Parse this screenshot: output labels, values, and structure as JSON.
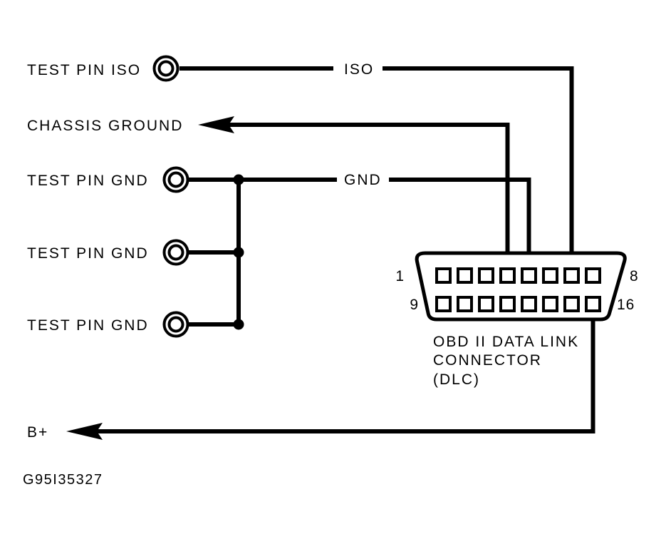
{
  "left_labels": {
    "test_pin_iso": "TEST PIN ISO",
    "chassis_ground": "CHASSIS GROUND",
    "test_pin_gnd_1": "TEST PIN GND",
    "test_pin_gnd_2": "TEST PIN GND",
    "test_pin_gnd_3": "TEST PIN GND",
    "b_plus": "B+"
  },
  "wire_labels": {
    "iso": "ISO",
    "gnd": "GND"
  },
  "connector": {
    "pins_per_row": 8,
    "pin_numbers": {
      "top_left": "1",
      "top_right": "8",
      "bottom_left": "9",
      "bottom_right": "16"
    },
    "caption_line1": "OBD II DATA LINK",
    "caption_line2": "CONNECTOR",
    "caption_line3": "(DLC)"
  },
  "figure_id": "G95I35327",
  "colors": {
    "ink": "#000000",
    "paper": "#ffffff"
  }
}
